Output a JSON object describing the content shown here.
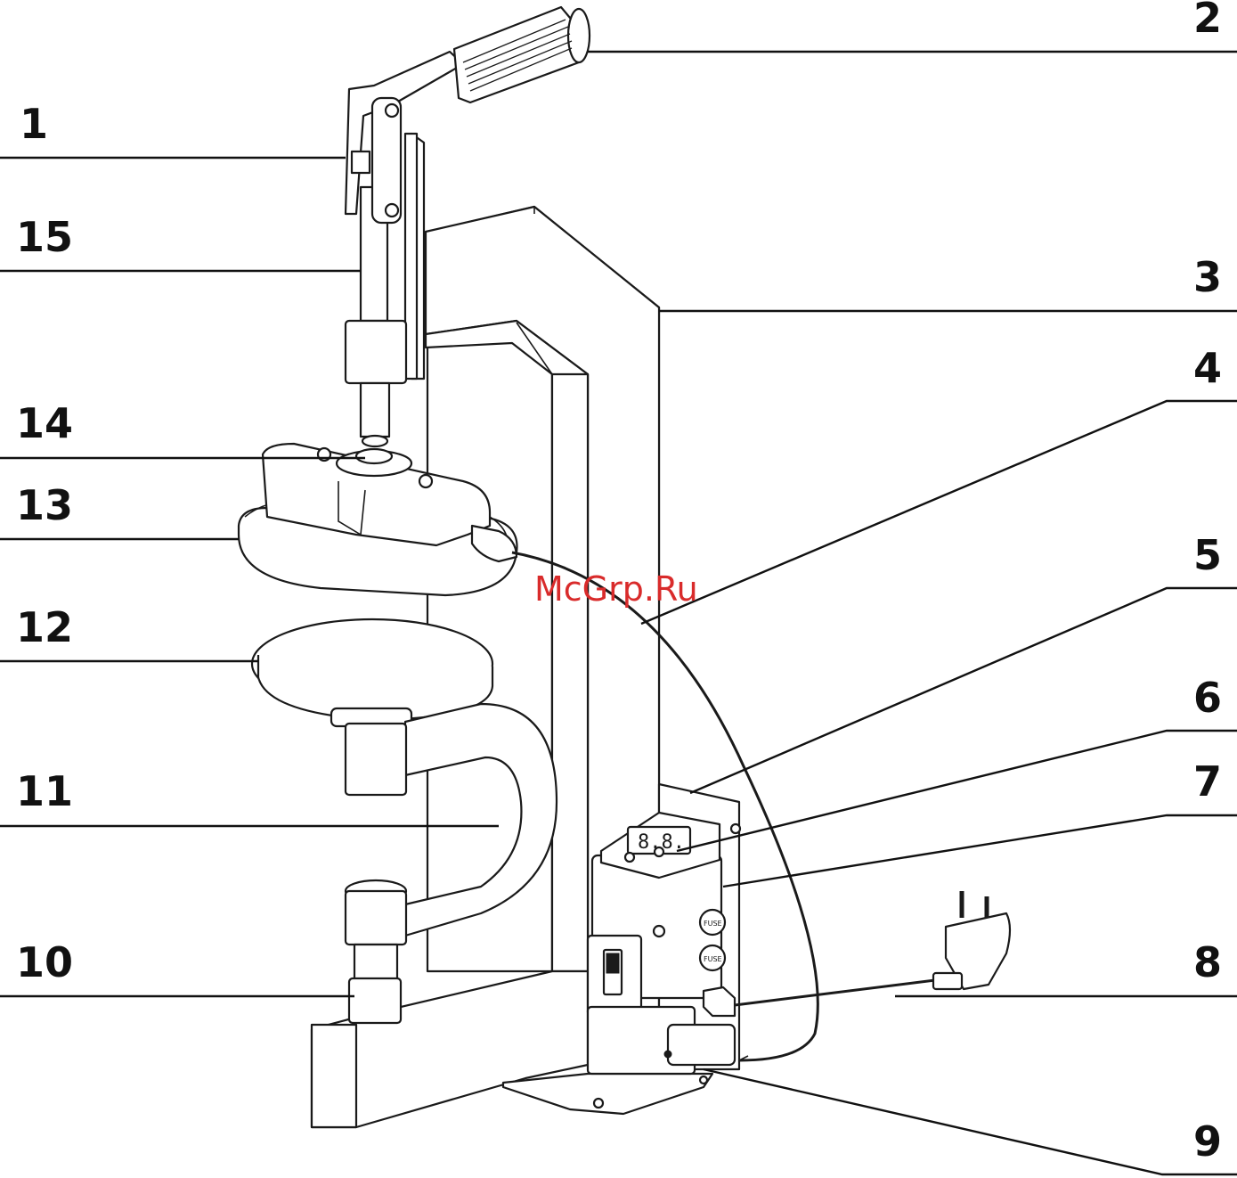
{
  "watermark": "McGrp.Ru",
  "callouts": [
    {
      "id": "1",
      "label": "1"
    },
    {
      "id": "2",
      "label": "2"
    },
    {
      "id": "3",
      "label": "3"
    },
    {
      "id": "4",
      "label": "4"
    },
    {
      "id": "5",
      "label": "5"
    },
    {
      "id": "6",
      "label": "6"
    },
    {
      "id": "7",
      "label": "7"
    },
    {
      "id": "8",
      "label": "8"
    },
    {
      "id": "9",
      "label": "9"
    },
    {
      "id": "10",
      "label": "10"
    },
    {
      "id": "11",
      "label": "11"
    },
    {
      "id": "12",
      "label": "12"
    },
    {
      "id": "13",
      "label": "13"
    },
    {
      "id": "14",
      "label": "14"
    },
    {
      "id": "15",
      "label": "15"
    }
  ],
  "display": {
    "digits": "8.8."
  },
  "fuse_labels": [
    "FUSE",
    "FUSE"
  ]
}
